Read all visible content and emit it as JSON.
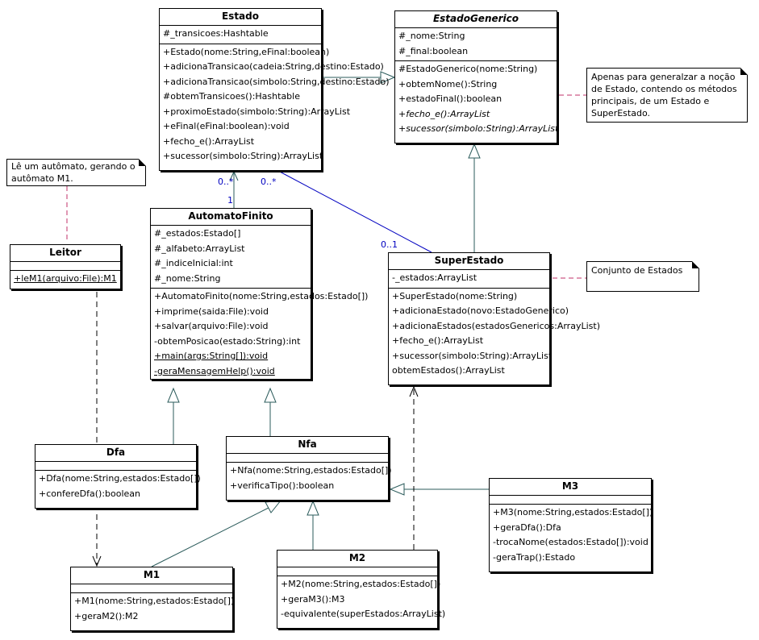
{
  "classes": {
    "estado": {
      "name": "Estado",
      "attributes": [
        "#_transicoes:Hashtable"
      ],
      "methods": [
        {
          "text": "+Estado(nome:String,eFinal:boolean)"
        },
        {
          "text": "+adicionaTransicao(cadeia:String,destino:Estado)"
        },
        {
          "text": "+adicionaTransicao(simbolo:String,destino:Estado)"
        },
        {
          "text": "#obtemTransicoes():Hashtable"
        },
        {
          "text": "+proximoEstado(simbolo:String):ArrayList"
        },
        {
          "text": "+eFinal(eFinal:boolean):void"
        },
        {
          "text": "+fecho_e():ArrayList"
        },
        {
          "text": "+sucessor(simbolo:String):ArrayList"
        }
      ]
    },
    "estado_generico": {
      "name": "EstadoGenerico",
      "attributes": [
        "#_nome:String",
        "#_final:boolean"
      ],
      "methods": [
        {
          "text": "#EstadoGenerico(nome:String)"
        },
        {
          "text": "+obtemNome():String"
        },
        {
          "text": "+estadoFinal():boolean"
        },
        {
          "text": "+fecho_e():ArrayList",
          "italic": true
        },
        {
          "text": "+sucessor(simbolo:String):ArrayList",
          "italic": true
        }
      ]
    },
    "automato_finito": {
      "name": "AutomatoFinito",
      "attributes": [
        "#_estados:Estado[]",
        "#_alfabeto:ArrayList",
        "#_indiceInicial:int",
        "#_nome:String"
      ],
      "methods": [
        {
          "text": "+AutomatoFinito(nome:String,estados:Estado[])"
        },
        {
          "text": "+imprime(saida:File):void"
        },
        {
          "text": "+salvar(arquivo:File):void"
        },
        {
          "text": "-obtemPosicao(estado:String):int"
        },
        {
          "text": "+main(args:String[]):void",
          "underline": true
        },
        {
          "text": "-geraMensagemHelp():void",
          "underline": true
        }
      ]
    },
    "leitor": {
      "name": "Leitor",
      "attributes": [],
      "methods": [
        {
          "text": "+leM1(arquivo:File):M1",
          "underline": true
        }
      ]
    },
    "super_estado": {
      "name": "SuperEstado",
      "attributes": [
        "-_estados:ArrayList"
      ],
      "methods": [
        {
          "text": "+SuperEstado(nome:String)"
        },
        {
          "text": "+adicionaEstado(novo:EstadoGenerico)"
        },
        {
          "text": "+adicionaEstados(estadosGenericos:ArrayList)"
        },
        {
          "text": "+fecho_e():ArrayList"
        },
        {
          "text": "+sucessor(simbolo:String):ArrayList"
        },
        {
          "text": "obtemEstados():ArrayList"
        }
      ]
    },
    "dfa": {
      "name": "Dfa",
      "attributes": [],
      "methods": [
        {
          "text": "+Dfa(nome:String,estados:Estado[])"
        },
        {
          "text": "+confereDfa():boolean"
        }
      ]
    },
    "nfa": {
      "name": "Nfa",
      "attributes": [],
      "methods": [
        {
          "text": "+Nfa(nome:String,estados:Estado[])"
        },
        {
          "text": "+verificaTipo():boolean"
        }
      ]
    },
    "m3": {
      "name": "M3",
      "attributes": [],
      "methods": [
        {
          "text": "+M3(nome:String,estados:Estado[])"
        },
        {
          "text": "+geraDfa():Dfa"
        },
        {
          "text": "-trocaNome(estados:Estado[]):void"
        },
        {
          "text": "-geraTrap():Estado"
        }
      ]
    },
    "m1": {
      "name": "M1",
      "attributes": [],
      "methods": [
        {
          "text": "+M1(nome:String,estados:Estado[])"
        },
        {
          "text": "+geraM2():M2"
        }
      ]
    },
    "m2": {
      "name": "M2",
      "attributes": [],
      "methods": [
        {
          "text": "+M2(nome:String,estados:Estado[])"
        },
        {
          "text": "+geraM3():M3"
        },
        {
          "text": "-equivalente(superEstados:ArrayList)"
        }
      ]
    }
  },
  "notes": {
    "generalize": "Apenas para generalzar a noção de Estado, contendo os métodos principais, de um Estado e SuperEstado.",
    "leitor": "Lê um autômato, gerando o autômato M1.",
    "super_estado": "Conjunto de Estados"
  },
  "multiplicities": {
    "estado_many_left": "0..*",
    "automato_one": "1",
    "estado_many_right": "0..*",
    "super_estado_opt": "0..1"
  },
  "colors": {
    "line": "#2b5b5b",
    "multiplicity": "#0000c0",
    "note_link": "#c0306a"
  }
}
